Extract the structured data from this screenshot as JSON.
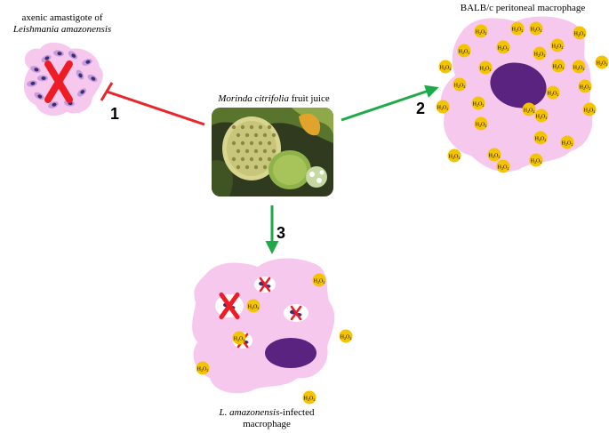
{
  "top_left_label": {
    "line1": "axenic amastigote of",
    "line2": "Leishmania amazonensis"
  },
  "top_right_label": "BALB/c peritoneal macrophage",
  "center_label": {
    "species": "Morinda citrifolia",
    "rest": " fruit juice"
  },
  "bottom_label": {
    "species": "L. amazonensis",
    "rest": "-infected",
    "line2": "macrophage"
  },
  "steps": [
    "1",
    "2",
    "3"
  ],
  "h2o2": {
    "main": "H",
    "sub1": "2",
    "mid": "O",
    "sub2": "2"
  },
  "colors": {
    "cell_pink": "#f7c8ee",
    "nucleus": "#5a237f",
    "h2o2_yellow": "#f5c400",
    "inhibit_red": "#e8262b",
    "activate_green": "#1faa4a",
    "cross_red": "#ee1c24",
    "parasite": "#3b2f73"
  },
  "icons": [
    "inhibition-arrow-icon",
    "activation-arrow-icon",
    "cross-icon",
    "fruit-photo",
    "parasite-icon",
    "h2o2-molecule-icon"
  ]
}
